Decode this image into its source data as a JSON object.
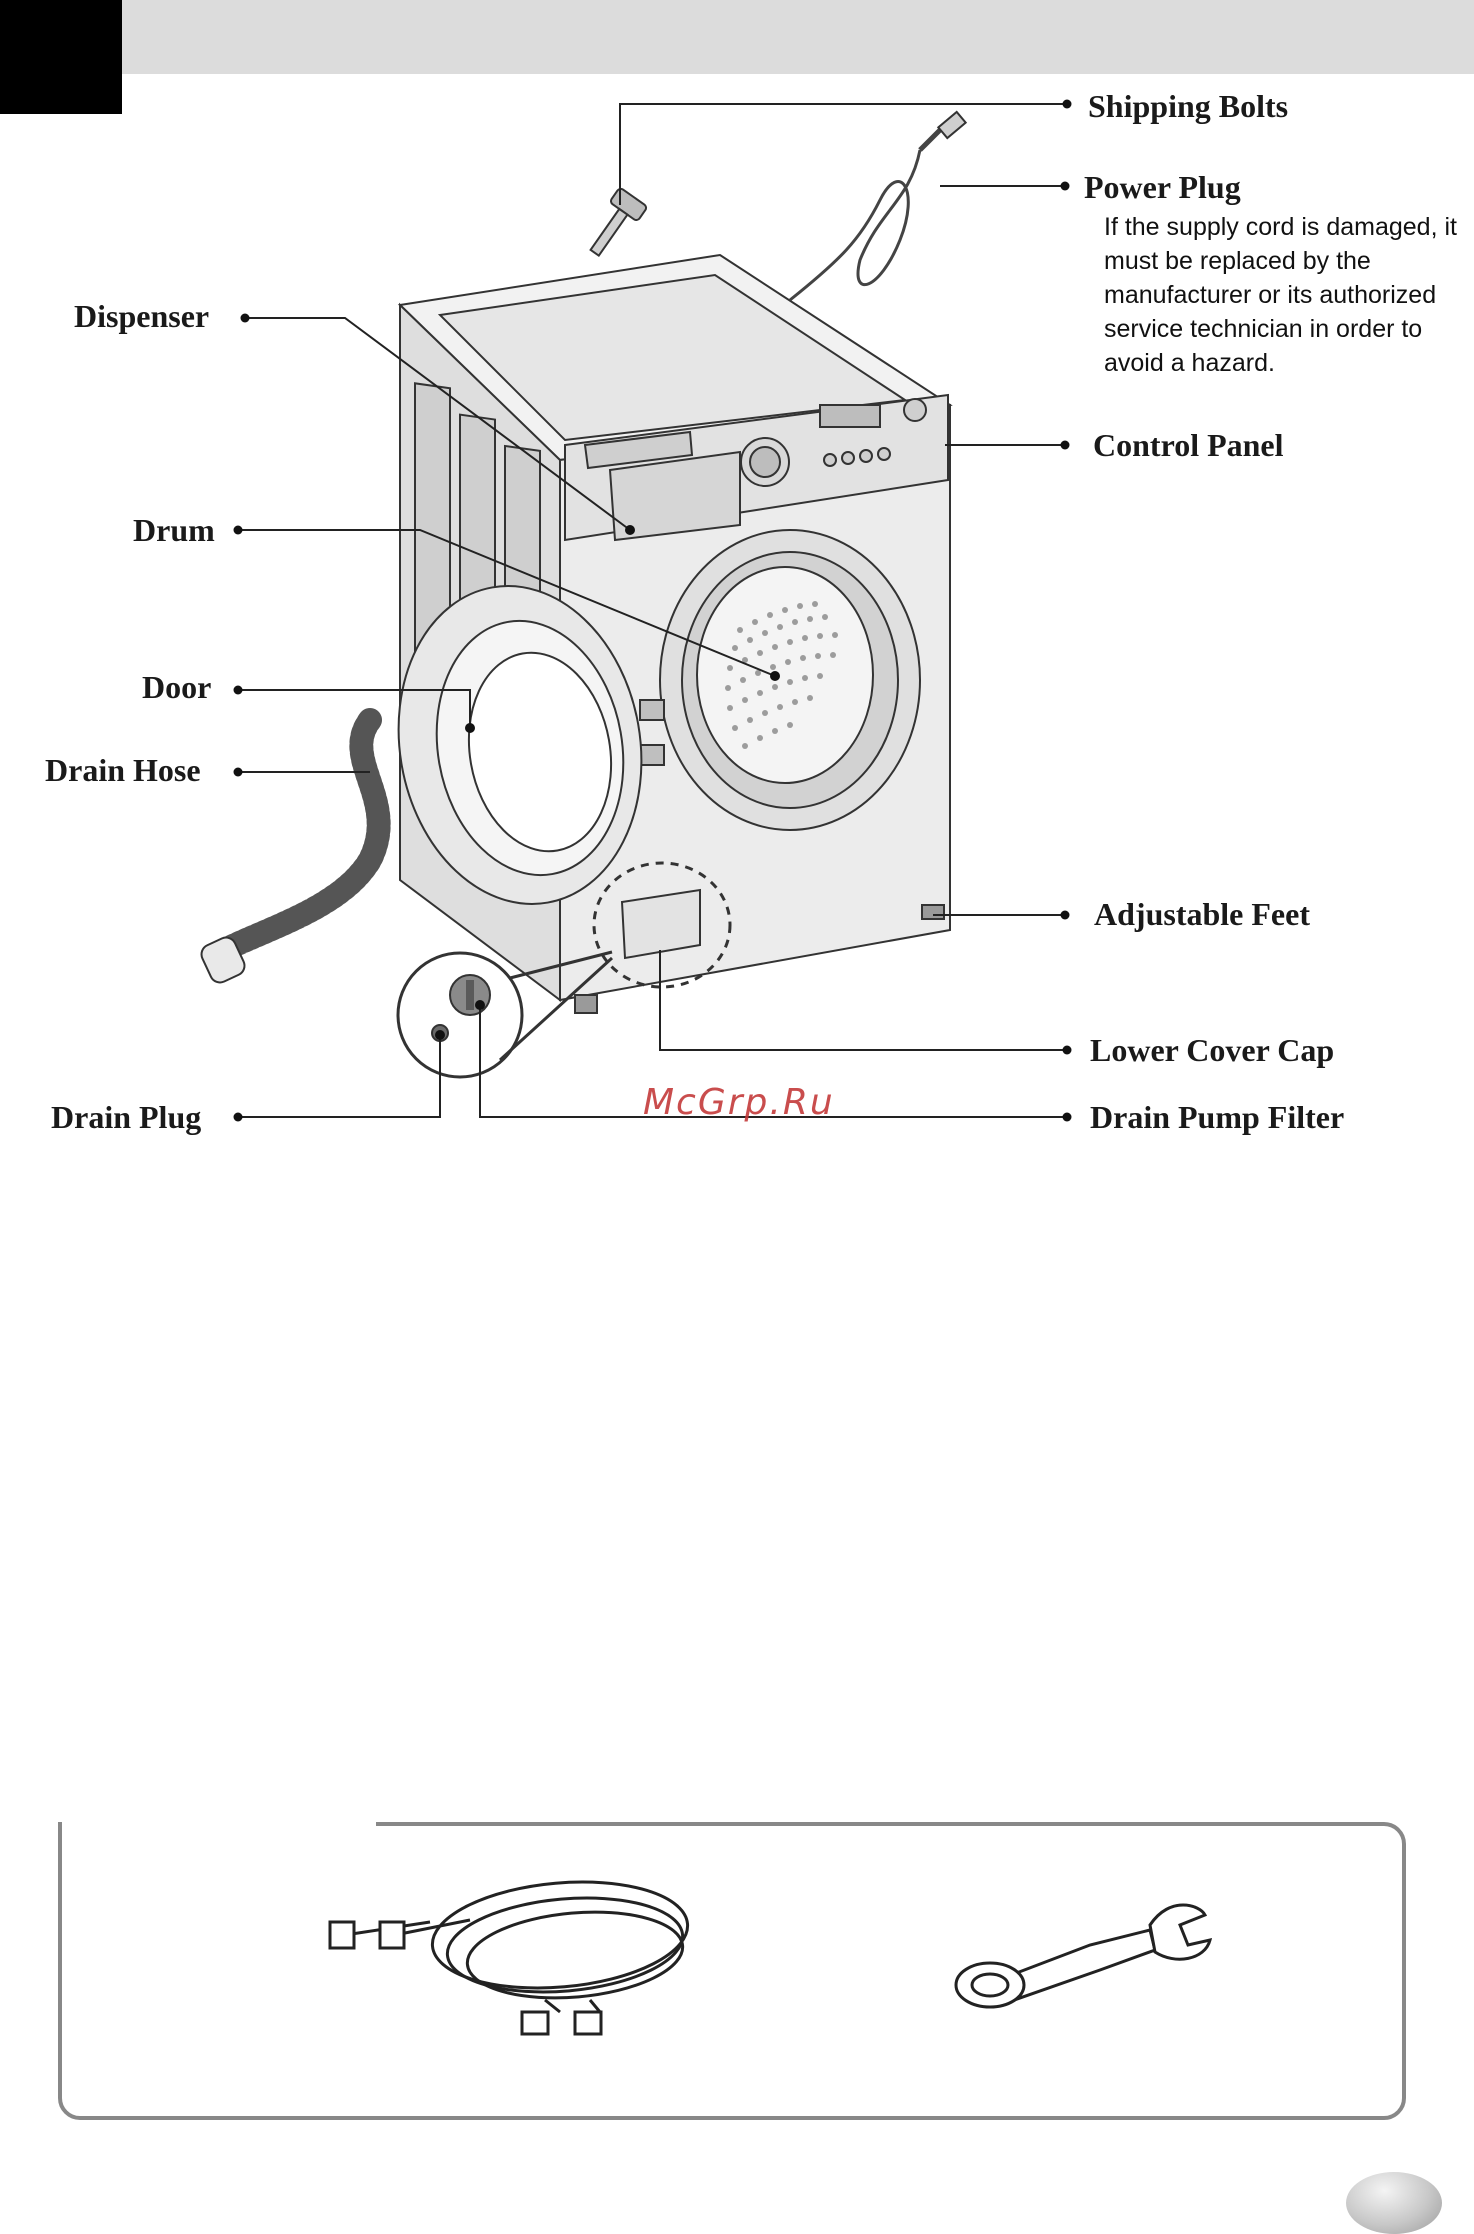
{
  "callouts": {
    "shipping_bolts": "Shipping Bolts",
    "power_plug": "Power Plug",
    "power_plug_note": "If the supply cord is damaged, it must be replaced by the manufacturer or its authorized service technician in order to avoid a hazard.",
    "control_panel": "Control Panel",
    "adjustable_feet": "Adjustable Feet",
    "lower_cover_cap": "Lower Cover Cap",
    "drain_pump_filter": "Drain Pump Filter",
    "dispenser": "Dispenser",
    "drum": "Drum",
    "door": "Door",
    "drain_hose": "Drain Hose",
    "drain_plug": "Drain Plug"
  },
  "watermark": "McGrp.Ru",
  "icons": {
    "washer": "washing-machine-illustration",
    "inlet_hoses": "inlet-hoses-illustration",
    "spanner": "spanner-illustration"
  }
}
